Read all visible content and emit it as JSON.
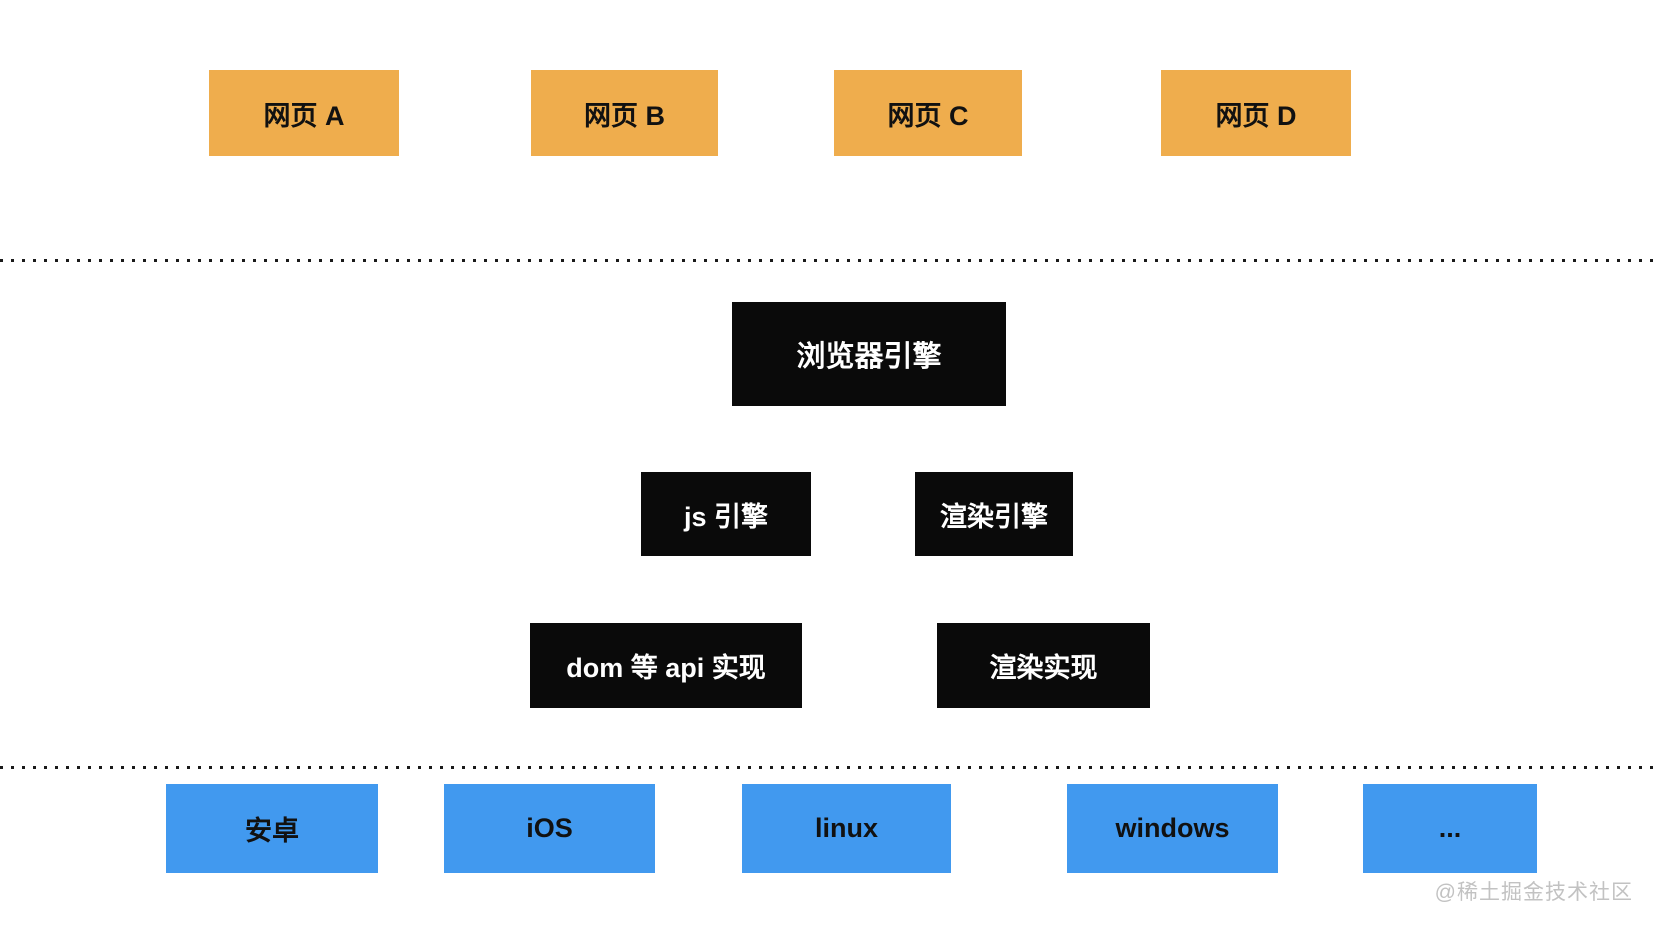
{
  "colors": {
    "webpage_box": "#EFAD4D",
    "engine_box": "#0a0a0a",
    "platform_box": "#4199EF",
    "divider": "#1a1a1a",
    "text_dark": "#111111",
    "text_light": "#ffffff",
    "watermark": "#c2c2c2",
    "background": "#ffffff"
  },
  "webpages": {
    "items": [
      {
        "label": "网页 A"
      },
      {
        "label": "网页 B"
      },
      {
        "label": "网页 C"
      },
      {
        "label": "网页 D"
      }
    ]
  },
  "engines": {
    "browser_engine": {
      "label": "浏览器引擎"
    },
    "js_engine": {
      "label": "js 引擎"
    },
    "render_engine": {
      "label": "渲染引擎"
    },
    "dom_api_impl": {
      "label": "dom 等 api 实现"
    },
    "render_impl": {
      "label": "渲染实现"
    }
  },
  "platforms": {
    "items": [
      {
        "label": "安卓"
      },
      {
        "label": "iOS"
      },
      {
        "label": "linux"
      },
      {
        "label": "windows"
      },
      {
        "label": "..."
      }
    ]
  },
  "watermark": {
    "label": "@稀土掘金技术社区"
  }
}
